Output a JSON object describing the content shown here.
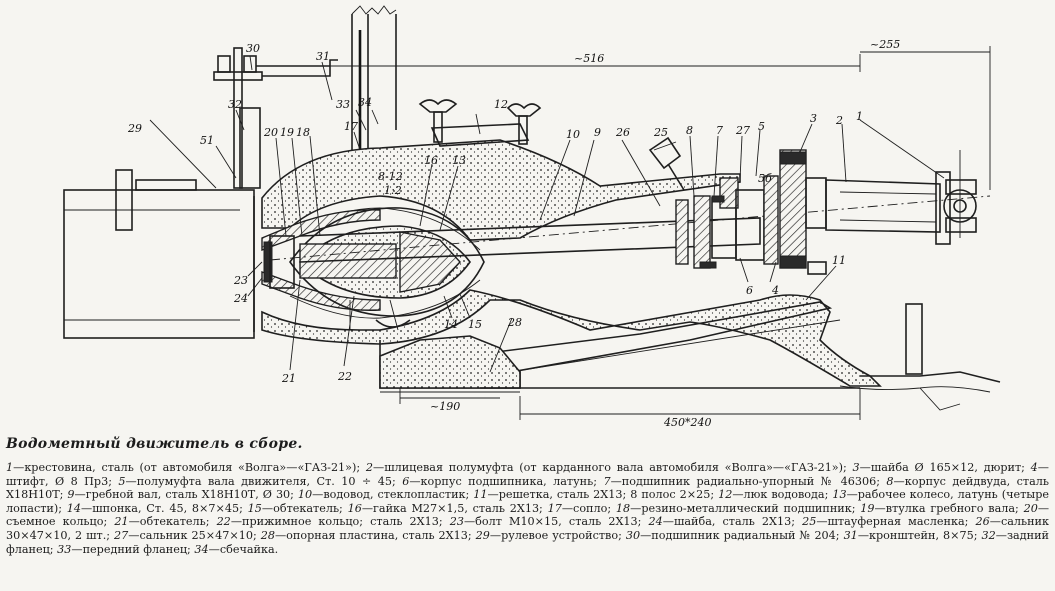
{
  "caption": "Водометный движитель в сборе.",
  "dimensions": [
    "~516",
    "~255",
    "~190",
    "450*240",
    "8-12",
    "1:2",
    "5б"
  ],
  "part_labels": [
    "1",
    "2",
    "3",
    "4",
    "5",
    "6",
    "7",
    "8",
    "9",
    "10",
    "11",
    "12",
    "13",
    "14",
    "15",
    "16",
    "17",
    "18",
    "19",
    "20",
    "21",
    "22",
    "23",
    "24",
    "25",
    "26",
    "27",
    "28",
    "29",
    "30",
    "31",
    "32",
    "33",
    "34",
    "51"
  ],
  "legend": [
    {
      "num": "1",
      "text": "—крестовина, сталь (от автомобиля «Волга»—«ГАЗ-21»); "
    },
    {
      "num": "2",
      "text": "—шлицевая полумуфта (от карданного вала автомобиля «Волга»—«ГАЗ-21»); "
    },
    {
      "num": "3",
      "text": "—шайба Ø 165×12, дюрит; "
    },
    {
      "num": "4",
      "text": "—штифт, Ø 8 Пр3; "
    },
    {
      "num": "5",
      "text": "—полумуфта вала движителя, Ст. 10 ÷ 45; "
    },
    {
      "num": "6",
      "text": "—корпус подшипника, латунь; "
    },
    {
      "num": "7",
      "text": "—подшипник радиально-упорный № 46306; "
    },
    {
      "num": "8",
      "text": "—корпус дейдвуда, сталь Х18Н10Т; "
    },
    {
      "num": "9",
      "text": "—гребной вал, сталь Х18Н10Т, Ø 30; "
    },
    {
      "num": "10",
      "text": "—водовод, стеклопластик; "
    },
    {
      "num": "11",
      "text": "—решетка, сталь 2Х13; 8 полос 2×25; "
    },
    {
      "num": "12",
      "text": "—люк водовода; "
    },
    {
      "num": "13",
      "text": "—рабочее колесо, латунь (четыре лопасти); "
    },
    {
      "num": "14",
      "text": "—шпонка, Ст. 45, 8×7×45; "
    },
    {
      "num": "15",
      "text": "—обтекатель; "
    },
    {
      "num": "16",
      "text": "—гайка М27×1,5, сталь 2Х13; "
    },
    {
      "num": "17",
      "text": "—сопло; "
    },
    {
      "num": "18",
      "text": "—резино-металлический подшипник; "
    },
    {
      "num": "19",
      "text": "—втулка гребного вала; "
    },
    {
      "num": "20",
      "text": "—съемное кольцо; "
    },
    {
      "num": "21",
      "text": "—обтекатель; "
    },
    {
      "num": "22",
      "text": "—прижимное кольцо; сталь 2Х13; "
    },
    {
      "num": "23",
      "text": "—болт М10×15, сталь 2Х13; "
    },
    {
      "num": "24",
      "text": "—шайба, сталь 2Х13; "
    },
    {
      "num": "25",
      "text": "—штауферная масленка; "
    },
    {
      "num": "26",
      "text": "—сальник 30×47×10, 2 шт.; "
    },
    {
      "num": "27",
      "text": "—сальник 25×47×10; "
    },
    {
      "num": "28",
      "text": "—опорная пластина, сталь 2Х13; "
    },
    {
      "num": "29",
      "text": "—рулевое устройство; "
    },
    {
      "num": "30",
      "text": "—подшипник радиальный № 204; "
    },
    {
      "num": "31",
      "text": "—кронштейн, 8×75; "
    },
    {
      "num": "32",
      "text": "—задний фланец; "
    },
    {
      "num": "33",
      "text": "—передний фланец; "
    },
    {
      "num": "34",
      "text": "—сбечайка."
    }
  ]
}
